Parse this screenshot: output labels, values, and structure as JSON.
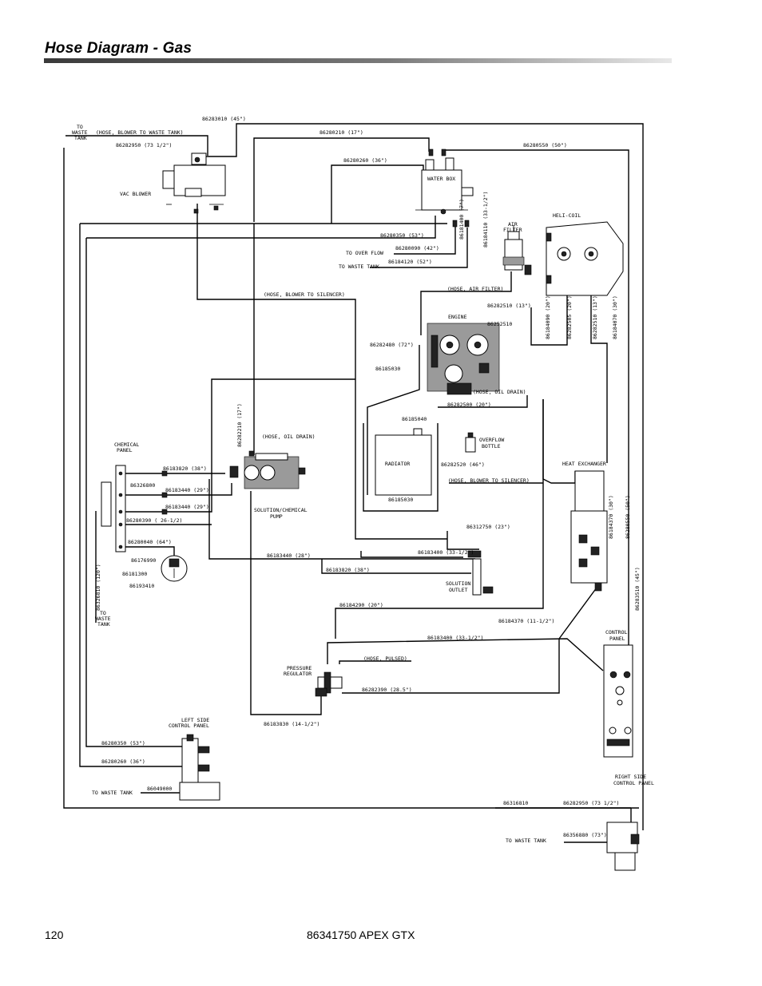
{
  "header": {
    "title": "Hose Diagram - Gas"
  },
  "footer": {
    "page_number": "120",
    "document": "86341750  APEX GTX"
  },
  "diagram": {
    "labels": {
      "to_waste_tank_a": "TO",
      "to_waste_tank_b": "WASTE",
      "to_waste_tank_c": "TANK",
      "hose_blower_waste": "(HOSE, BLOWER TO WASTE TANK)",
      "p86283010": "86283010 (45\")",
      "p86280210": "86280210 (17\")",
      "p86282950_top": "86282950 (73 1/2\")",
      "p86280550": "86280550 (50\")",
      "p86280260_top": "86280260 (36\")",
      "vac_blower": "VAC BLOWER",
      "water_box": "WATER BOX",
      "p86184110": "86184110 (33-1/2\")",
      "p86280350_top": "86280350 (53\")",
      "to_over_flow": "TO OVER FLOW",
      "p86280090": "86280090 (42\")",
      "to_waste_tank_mid": "TO WASTE TANK",
      "p86184120": "86184120 (52\")",
      "p86181400": "86181400 (7\")",
      "air_filter_a": "AIR",
      "air_filter_b": "FILTER",
      "heli_coil": "HELI-COIL",
      "hose_air_filter": "(HOSE, AIR FILTER)",
      "hose_blower_silencer_top": "(HOSE, BLOWER TO SILENCER)",
      "p86282510_a": "86282510 (13\")",
      "p86184090": "86184090 (20\")",
      "p86282505": "86282505 (20\")",
      "p86282510_b": "86282510 (13\")",
      "p86184070": "86184070 (30\")",
      "engine": "ENGINE",
      "p86252510": "86252510",
      "p86282480": "86282480 (72\")",
      "p86185030_top": "86185030",
      "hose_oil_drain_engine": "(HOSE, OIL DRAIN)",
      "p86282500": "86282500 (20\")",
      "p86185040": "86185040",
      "radiator": "RADIATOR",
      "overflow_a": "OVERFLOW",
      "overflow_b": "BOTTLE",
      "p86282520": "86282520 (46\")",
      "p86185030_bot": "86185030",
      "p86282210": "86282210 (17\")",
      "hose_oil_drain_pump": "(HOSE, OIL DRAIN)",
      "chemical_a": "CHEMICAL",
      "chemical_b": "PANEL",
      "p86183820_a": "86183820 (38\")",
      "p86326800": "86326800",
      "p86183440_a": "86183440 (29\")",
      "p86183440_b": "86183440 (29\")",
      "p86280390": "86280390 ( 26-1/2)",
      "p86280040": "86280040 (64\")",
      "p86176990": "86176990",
      "p86181300": "86181300",
      "p86193410": "86193410",
      "p86326810": "86326810 (120\")",
      "solution_pump_a": "SOLUTION/CHEMICAL",
      "solution_pump_b": "PUMP",
      "heat_exchanger": "HEAT EXCHANGER",
      "hose_blower_silencer_bot": "(HOSE, BLOWER TO SILENCER)",
      "p86312750": "86312750 (23\")",
      "p86183400_a": "86183400 (33-1/2\")",
      "p86183440_c": "86183440 (28\")",
      "p86183820_b": "86183820 (38\")",
      "solution_outlet_a": "SOLUTION",
      "solution_outlet_b": "OUTLET",
      "p86184370_v": "86184370 (30\")",
      "p86280550_v": "86280550 (50\")",
      "p86283510": "86283510 (45\")",
      "p86184290": "86184290 (20\")",
      "p86184370": "86184370 (11-1/2\")",
      "control_panel_a": "CONTROL",
      "control_panel_b": "PANEL",
      "p86183400_b": "86183400 (33-1/2\")",
      "hose_pulsed": "(HOSE, PULSED)",
      "pressure_reg_a": "PRESSURE",
      "pressure_reg_b": "REGULATOR",
      "p86282390": "86282390 (28.5\")",
      "p86183830": "86183830 (14-1/2\")",
      "left_side_a": "LEFT SIDE",
      "left_side_b": "CONTROL PANEL",
      "p86280350_bot": "86280350 (53\")",
      "p86280260_bot": "86280260 (36\")",
      "to_waste_tank_bot": "TO WASTE TANK",
      "p86049000": "86049000",
      "right_side_a": "RIGHT SIDE",
      "right_side_b": "CONTROL PANEL",
      "p86316810": "86316810",
      "p86282950_bot": "86282950 (73 1/2\")",
      "to_waste_tank_right": "TO WASTE TANK",
      "p86356880": "86356880 (73\")"
    }
  }
}
